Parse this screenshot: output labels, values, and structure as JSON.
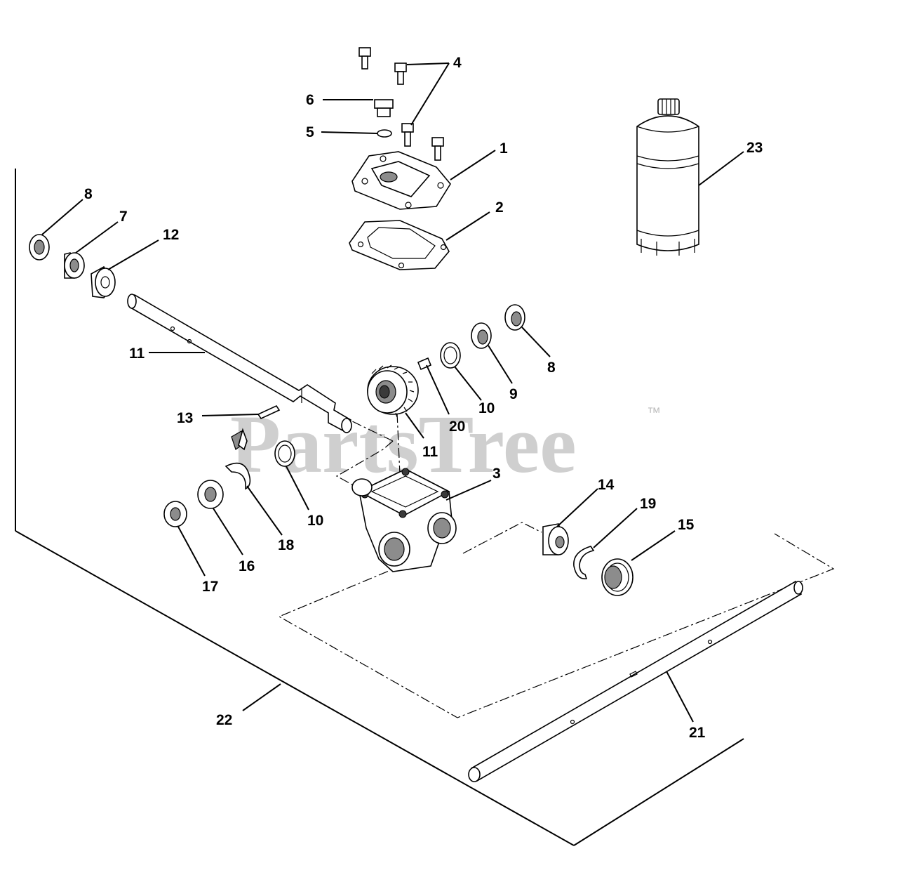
{
  "watermark": {
    "text": "PartsTree",
    "trademark": "™"
  },
  "labels": {
    "p1": "1",
    "p2": "2",
    "p3": "3",
    "p4": "4",
    "p5": "5",
    "p6": "6",
    "p7": "7",
    "p8a": "8",
    "p8b": "8",
    "p9": "9",
    "p10a": "10",
    "p10b": "10",
    "p11a": "11",
    "p11b": "11",
    "p12": "12",
    "p13": "13",
    "p14": "14",
    "p15": "15",
    "p16": "16",
    "p17": "17",
    "p18": "18",
    "p19": "19",
    "p20": "20",
    "p21": "21",
    "p22": "22",
    "p23": "23"
  },
  "icons": {
    "cover": "gear-case-cover-icon",
    "gasket": "gasket-icon",
    "housing": "gear-housing-icon",
    "bottle": "lubricant-bottle-icon",
    "shaft": "shaft-icon",
    "gear": "worm-gear-icon"
  }
}
